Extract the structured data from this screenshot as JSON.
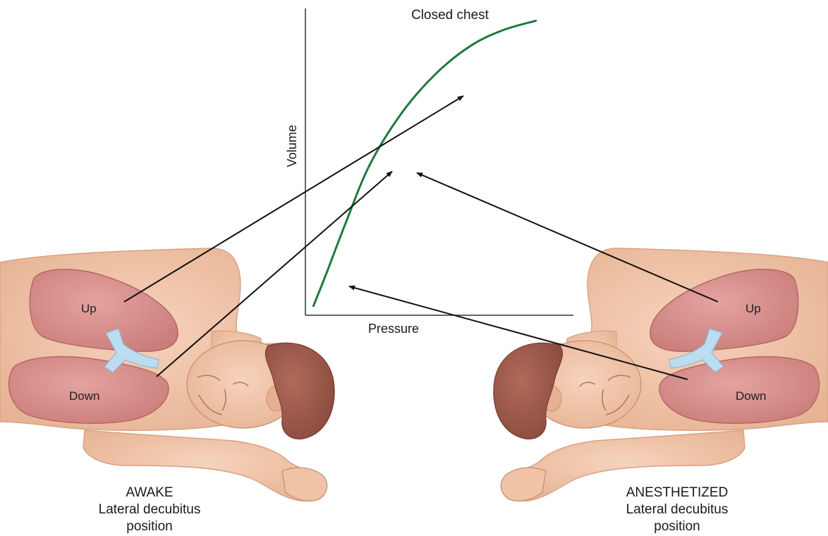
{
  "chart": {
    "title": "Closed chest",
    "xlabel": "Pressure",
    "ylabel": "Volume"
  },
  "chart_data": {
    "type": "line",
    "title": "Closed chest",
    "xlabel": "Pressure",
    "ylabel": "Volume",
    "series": [
      {
        "x": [
          0.3,
          0.8,
          1.5,
          2.4,
          3.6,
          4.9,
          6.2,
          7.4,
          8.6
        ],
        "y": [
          0.3,
          1.4,
          3.0,
          4.9,
          6.6,
          7.9,
          8.8,
          9.3,
          9.6
        ]
      }
    ],
    "xlim": [
      0,
      10
    ],
    "ylim": [
      0,
      10
    ]
  },
  "palette": {
    "curve": "#1e7a3c",
    "skin": "#f1c6ab",
    "skin_shadow": "#d9a184",
    "lung": "#d98d8a",
    "lung_edge": "#b86a68",
    "airway": "#bcdcef",
    "hair": "#9d5a4b",
    "arrow": "#111111"
  },
  "left_figure": {
    "up_label": "Up",
    "down_label": "Down",
    "caption_line1": "AWAKE",
    "caption_line2": "Lateral decubitus",
    "caption_line3": "position"
  },
  "right_figure": {
    "up_label": "Up",
    "down_label": "Down",
    "caption_line1": "ANESTHETIZED",
    "caption_line2": "Lateral decubitus",
    "caption_line3": "position"
  }
}
